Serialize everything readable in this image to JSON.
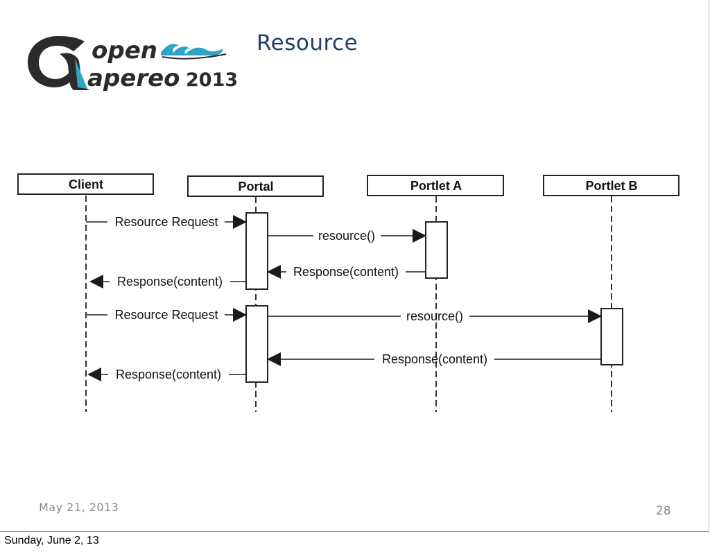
{
  "slide": {
    "title": "Resource",
    "date": "May 21, 2013",
    "page_number": "28"
  },
  "logo": {
    "word_top": "open",
    "word_bottom": "apereo",
    "year": "2013",
    "colors": {
      "dark": "#2b2b2b",
      "accent": "#2fa4c4"
    }
  },
  "diagram": {
    "participants": [
      {
        "id": "client",
        "label": "Client"
      },
      {
        "id": "portal",
        "label": "Portal"
      },
      {
        "id": "portlet_a",
        "label": "Portlet A"
      },
      {
        "id": "portlet_b",
        "label": "Portlet B"
      }
    ],
    "messages": [
      {
        "from": "client",
        "to": "portal",
        "label": "Resource Request"
      },
      {
        "from": "portal",
        "to": "portlet_a",
        "label": "resource()"
      },
      {
        "from": "portlet_a",
        "to": "portal",
        "label": "Response(content)"
      },
      {
        "from": "portal",
        "to": "client",
        "label": "Response(content)"
      },
      {
        "from": "client",
        "to": "portal",
        "label": "Resource Request"
      },
      {
        "from": "portal",
        "to": "portlet_b",
        "label": "resource()"
      },
      {
        "from": "portlet_b",
        "to": "portal",
        "label": "Response(content)"
      },
      {
        "from": "portal",
        "to": "client",
        "label": "Response(content)"
      }
    ]
  },
  "print_footer": "Sunday, June 2, 13"
}
